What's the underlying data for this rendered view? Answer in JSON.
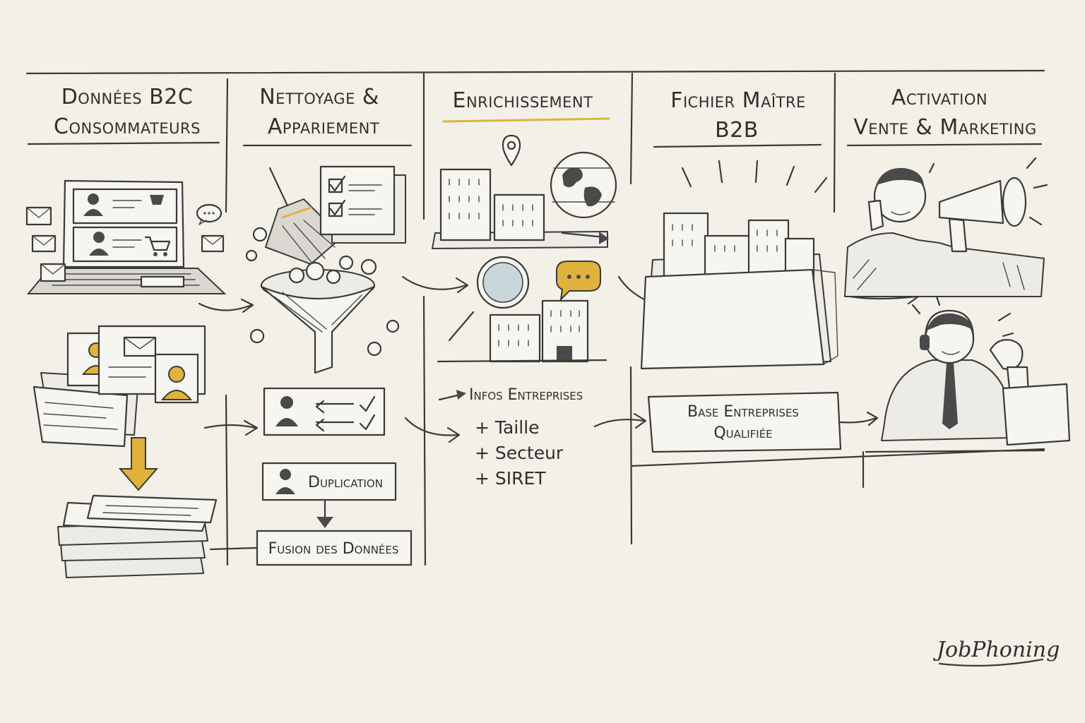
{
  "columns": [
    {
      "title_line1": "Données B2C",
      "title_line2": "Consommateurs"
    },
    {
      "title_line1": "Nettoyage &",
      "title_line2": "Appariement"
    },
    {
      "title_line1": "Enrichissement",
      "title_line2": ""
    },
    {
      "title_line1": "Fichier Maître",
      "title_line2": "B2B"
    },
    {
      "title_line1": "Activation",
      "title_line2": "Vente & Marketing"
    }
  ],
  "labels": {
    "duplication": "Duplication",
    "fusion": "Fusion des Données",
    "infos": "Infos Entreprises",
    "taille": "+ Taille",
    "secteur": "+ Secteur",
    "siret": "+ SIRET",
    "base_line1": "Base Entreprises",
    "base_line2": "Qualifiée"
  },
  "brand": "JobPhoning",
  "colors": {
    "paper": "#f3f0e8",
    "ink": "#3a3a3a",
    "accent_gold": "#e0b23b"
  }
}
